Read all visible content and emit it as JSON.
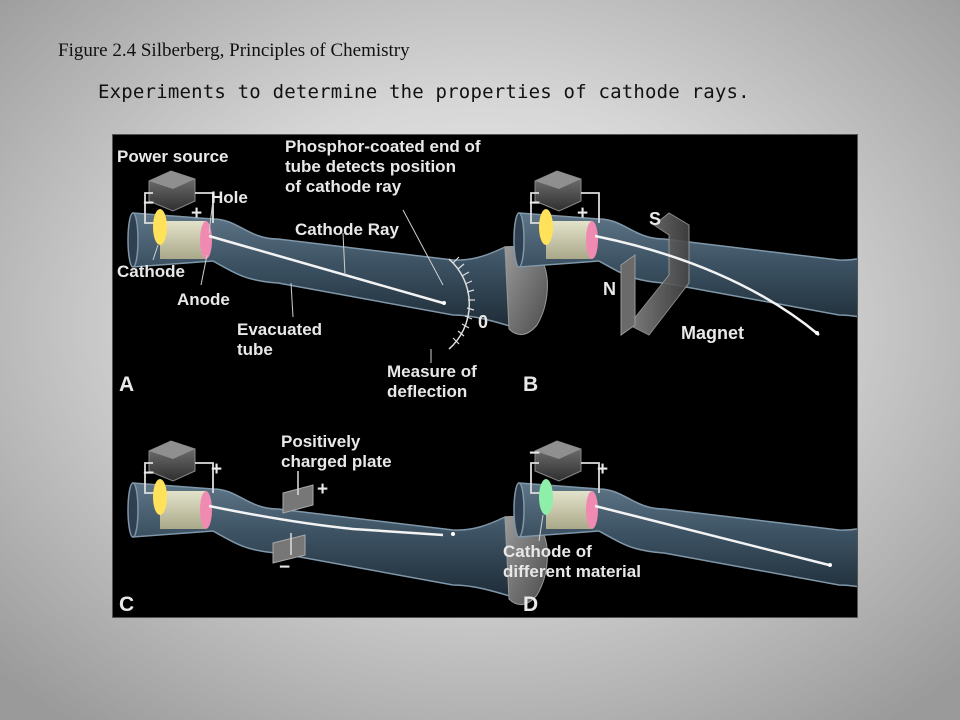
{
  "header": {
    "caption": "Figure 2.4 Silberberg, Principles of Chemistry",
    "subtitle": "Experiments to determine the properties of cathode rays."
  },
  "panels": {
    "a": {
      "letter": "A",
      "power_source": "Power source",
      "phosphor_line1": "Phosphor-coated end of",
      "phosphor_line2": "tube detects position",
      "phosphor_line3": "of cathode ray",
      "hole": "Hole",
      "cathode_ray": "Cathode Ray",
      "cathode": "Cathode",
      "anode": "Anode",
      "evacuated_line1": "Evacuated",
      "evacuated_line2": "tube",
      "measure_line1": "Measure of",
      "measure_line2": "deflection",
      "scale_zero": "0",
      "minus": "−",
      "plus": "+"
    },
    "b": {
      "letter": "B",
      "pole_s": "S",
      "pole_n": "N",
      "magnet": "Magnet",
      "minus": "−",
      "plus": "+"
    },
    "c": {
      "letter": "C",
      "plate_line1": "Positively",
      "plate_line2": "charged plate",
      "plate_plus": "+",
      "plate_minus": "−",
      "minus": "−",
      "plus": "+"
    },
    "d": {
      "letter": "D",
      "cathode_line1": "Cathode of",
      "cathode_line2": "different material",
      "minus": "−",
      "plus": "+"
    }
  },
  "colors": {
    "figure_bg": "#000000",
    "tube": "#3e5566",
    "cathode_yellow": "#ffe25a",
    "cathode_green": "#8ef0a8",
    "anode_pink": "#f08ab0",
    "label_text": "#e8e8e8"
  }
}
